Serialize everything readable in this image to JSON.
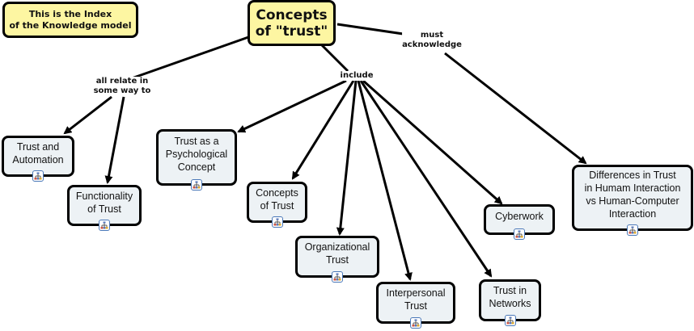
{
  "index_note": "This is the Index\nof the Knowledge model",
  "root": "Concepts\nof \"trust\"",
  "link_labels": {
    "must_acknowledge": "must\nacknowledge",
    "all_relate": "all relate in\nsome way to",
    "include": "include"
  },
  "nodes": {
    "trust_automation": "Trust and\nAutomation",
    "functionality": "Functionality\nof Trust",
    "psychological": "Trust as a\nPsychological\nConcept",
    "concepts_of_trust": "Concepts\nof Trust",
    "organizational": "Organizational\nTrust",
    "interpersonal": "Interpersonal\nTrust",
    "networks": "Trust in\nNetworks",
    "cyberwork": "Cyberwork",
    "differences": "Differences in Trust\nin Humam Interaction\nvs Human-Computer\nInteraction"
  },
  "icons": {
    "submap": "concept-map-submap-icon"
  },
  "colors": {
    "root_fill": "#fdf6a2",
    "node_fill": "#edf2f5",
    "stroke": "#000000",
    "icon_border": "#4a78b8"
  }
}
